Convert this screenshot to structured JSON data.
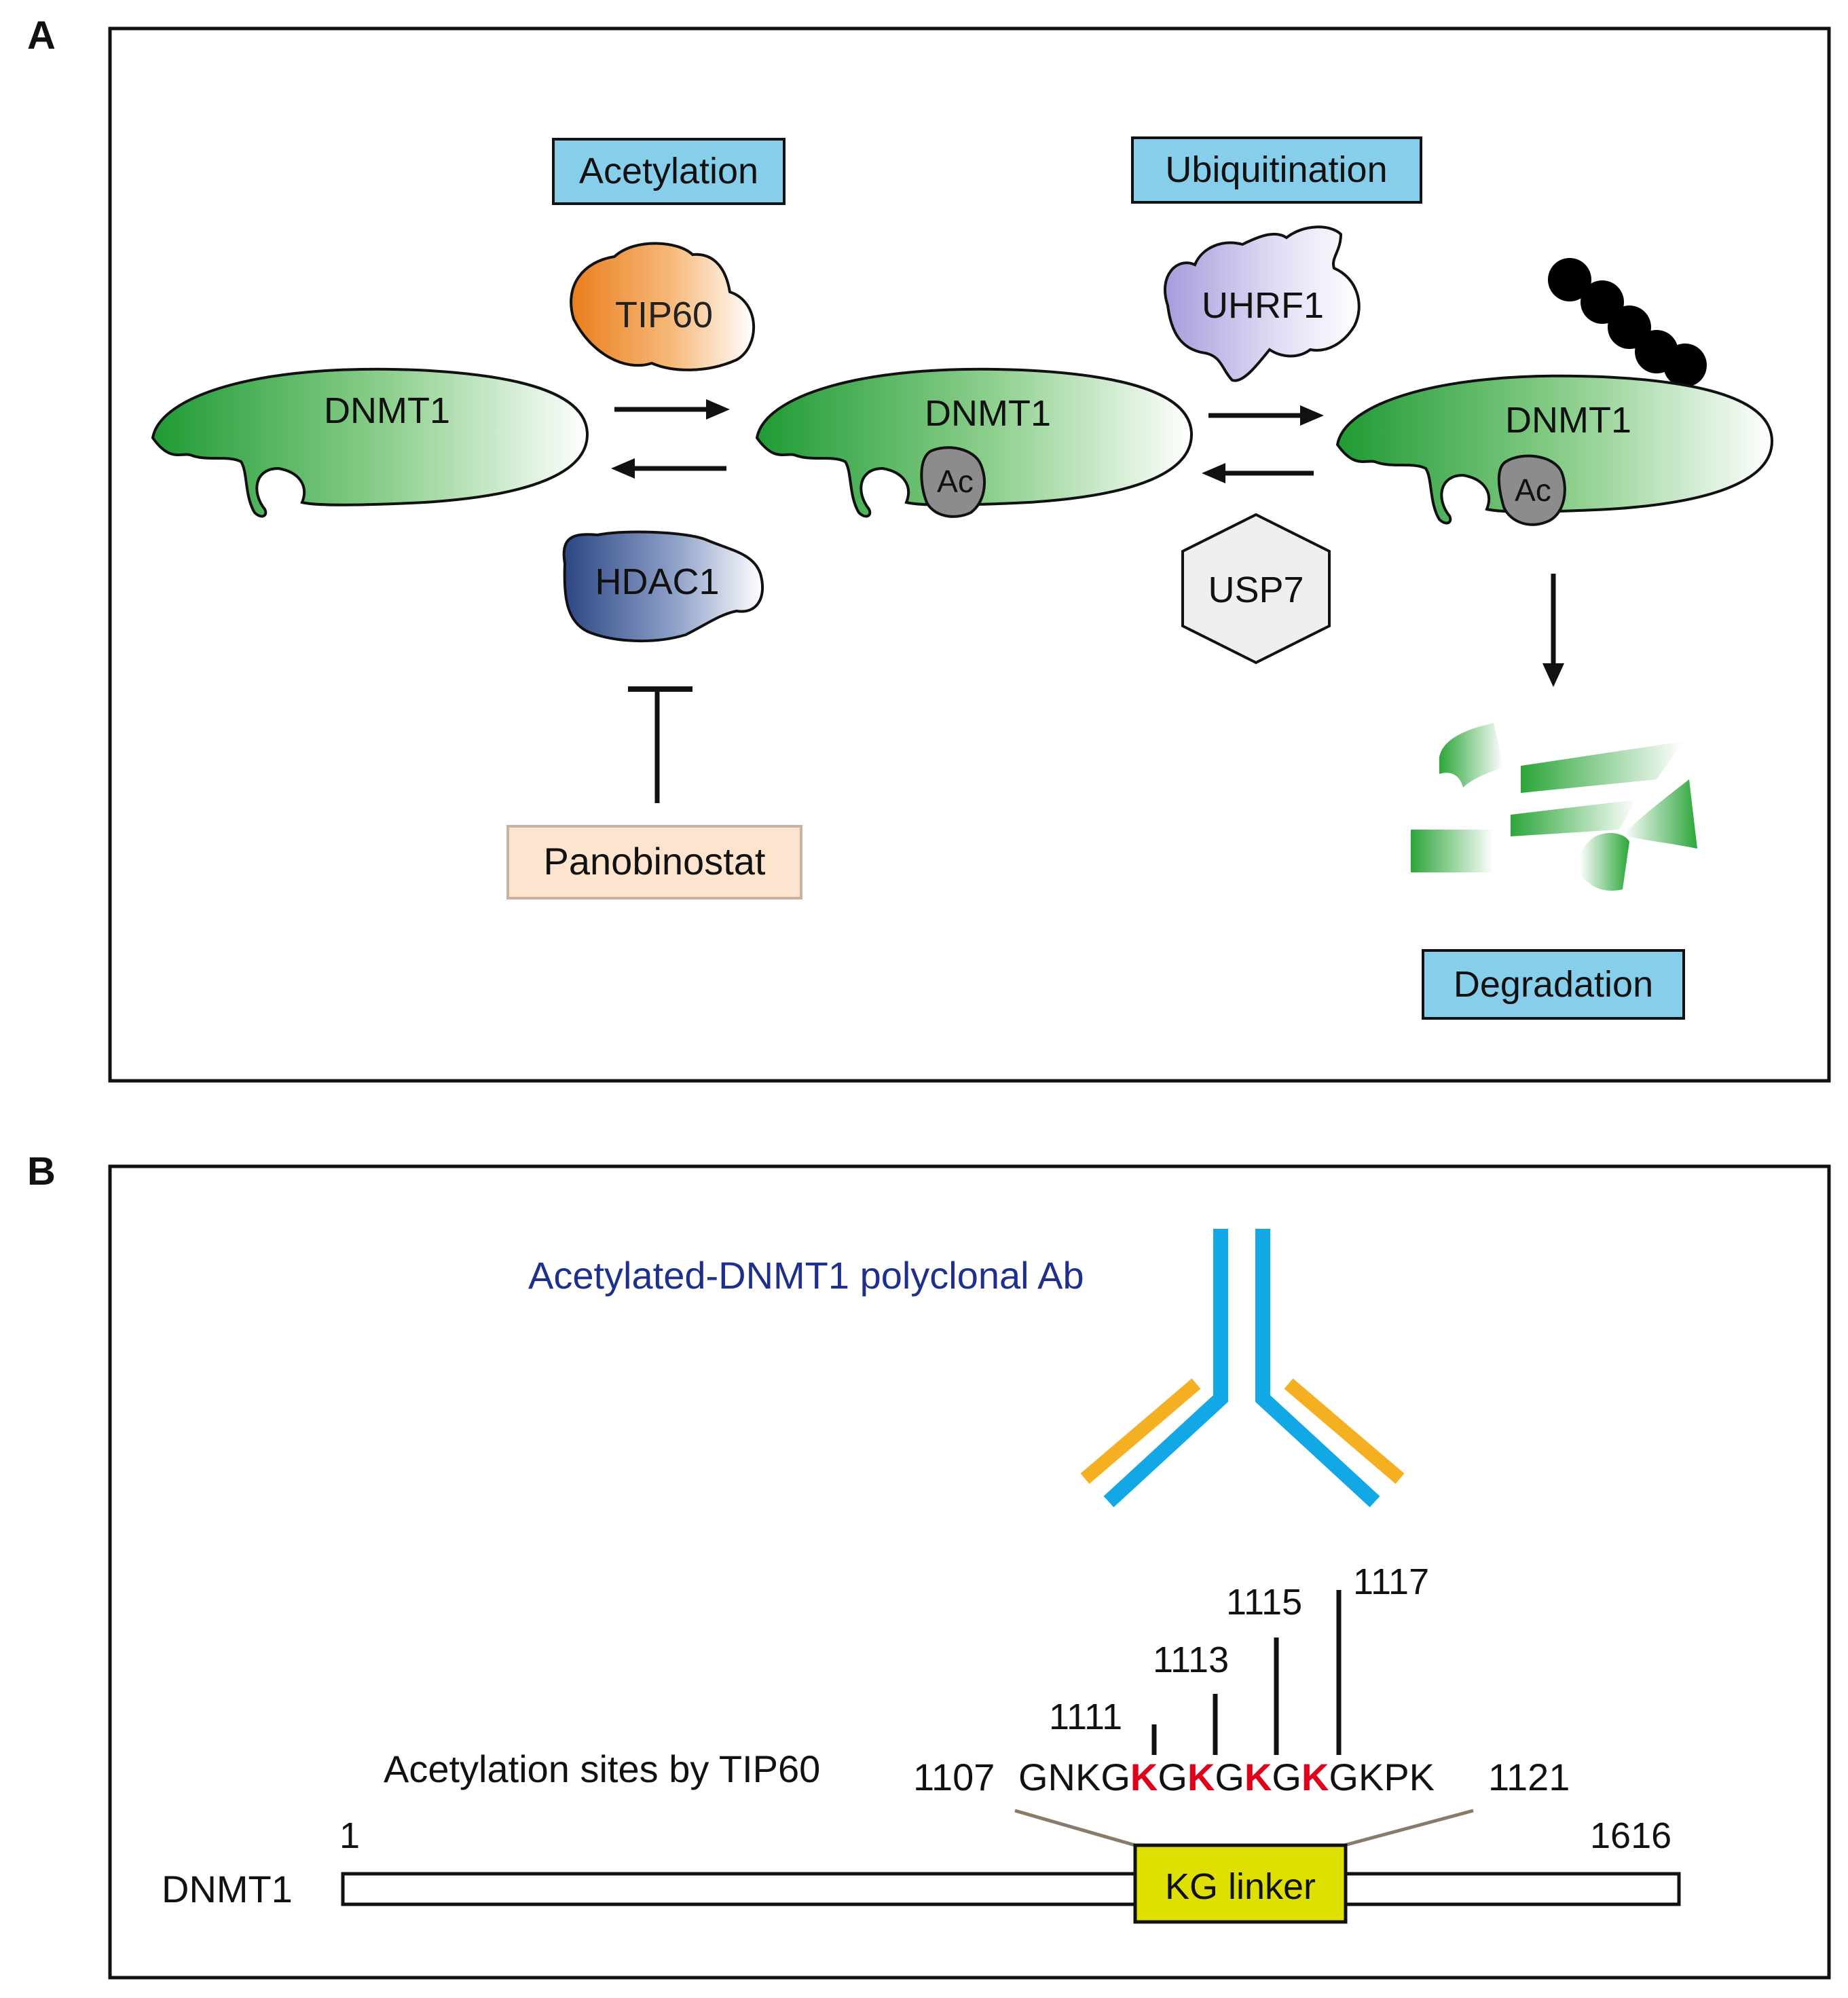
{
  "panels": {
    "a": {
      "letter": "A",
      "labels": {
        "acetylation": "Acetylation",
        "ubiquitination": "Ubiquitination",
        "degradation": "Degradation",
        "panobinostat": "Panobinostat"
      },
      "proteins": {
        "tip60": "TIP60",
        "hdac1": "HDAC1",
        "uhrf1": "UHRF1",
        "usp7": "USP7",
        "dnmt1_a": "DNMT1",
        "dnmt1_b": "DNMT1",
        "dnmt1_c": "DNMT1",
        "ac_b": "Ac",
        "ac_c": "Ac"
      }
    },
    "b": {
      "letter": "B",
      "antibody_label": "Acetylated-DNMT1 polyclonal Ab",
      "sites_label": "Acetylation sites by TIP60",
      "site_numbers": [
        "1111",
        "1113",
        "1115",
        "1117"
      ],
      "sequence": {
        "start": "1107",
        "end": "1121",
        "segments": [
          {
            "text": "GNKG",
            "acetylated": false
          },
          {
            "text": "K",
            "acetylated": true
          },
          {
            "text": "G",
            "acetylated": false
          },
          {
            "text": "K",
            "acetylated": true
          },
          {
            "text": "G",
            "acetylated": false
          },
          {
            "text": "K",
            "acetylated": true
          },
          {
            "text": "G",
            "acetylated": false
          },
          {
            "text": "K",
            "acetylated": true
          },
          {
            "text": "GKPK",
            "acetylated": false
          }
        ]
      },
      "protein_name": "DNMT1",
      "protein_start": "1",
      "protein_end": "1616",
      "linker_label": "KG linker"
    }
  },
  "colors": {
    "label_box": "#87ceeb",
    "panobinostat_box": "#fde4cf",
    "panobinostat_border": "#c9b29f",
    "tip60": "#ee8a2a",
    "uhrf1": "#b9b3e4",
    "hdac1": "#3c5690",
    "usp7": "#efefef",
    "dnmt1": "#2ca63a",
    "acetyl_group": "#8c8c8c",
    "antibody_heavy": "#12a8e6",
    "antibody_light": "#f5b021",
    "acetylated_lysine": "#e0001a",
    "antibody_text": "#1f2f8c",
    "kg_linker": "#dde000"
  }
}
